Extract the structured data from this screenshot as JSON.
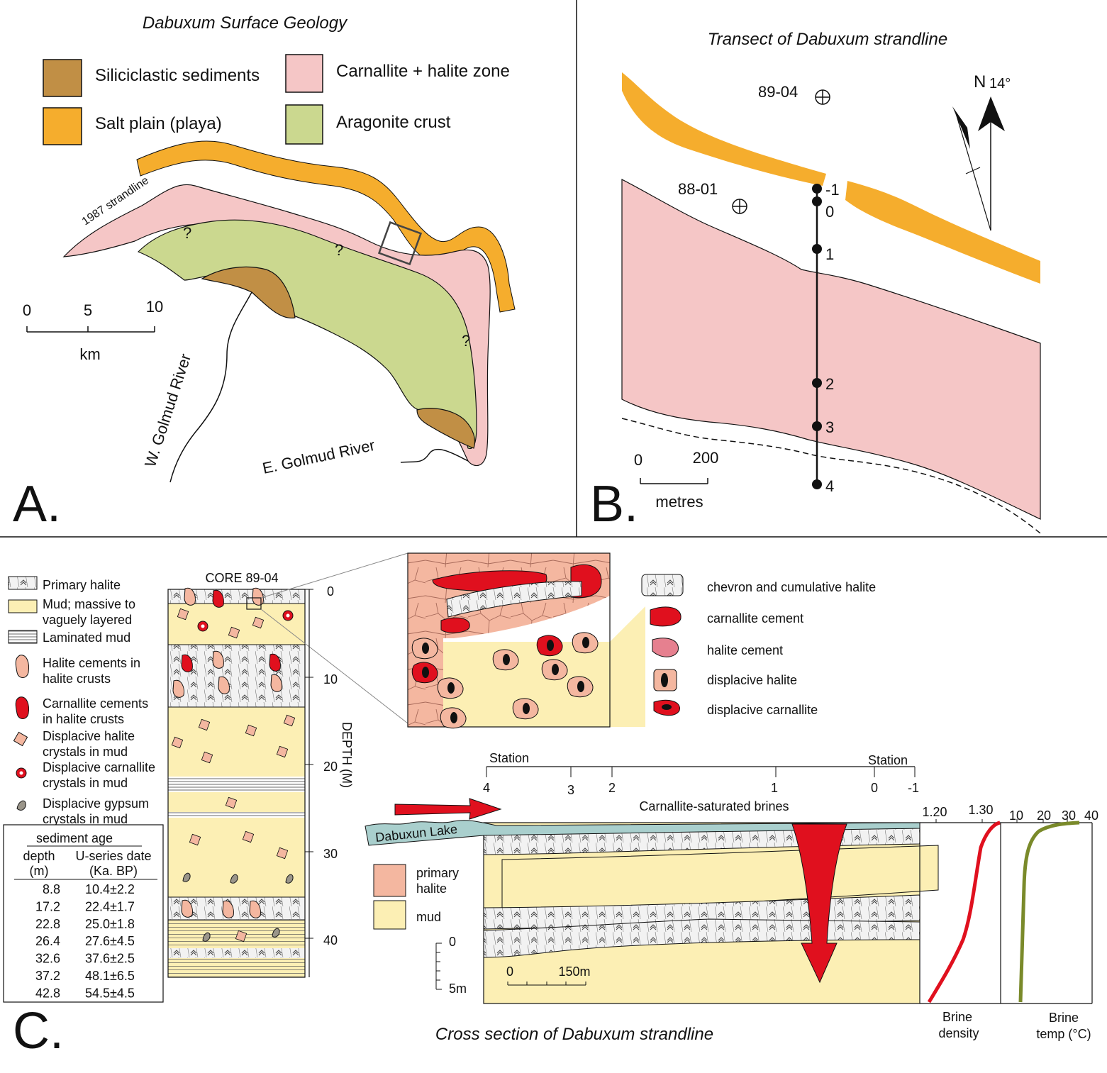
{
  "panel_a": {
    "label": "A.",
    "title": "Dabuxum Surface Geology",
    "legend": [
      {
        "label": "Siliciclastic sediments",
        "color": "#c18f45"
      },
      {
        "label": "Carnallite + halite zone",
        "color": "#f5c6c6"
      },
      {
        "label": "Salt plain (playa)",
        "color": "#f5ad2d"
      },
      {
        "label": "Aragonite crust",
        "color": "#cbd88f"
      }
    ],
    "strandline_label": "1987 strandline",
    "question_mark": "?",
    "scale": {
      "ticks": [
        "0",
        "5",
        "10"
      ],
      "unit": "km"
    },
    "rivers": [
      "W. Golmud River",
      "E. Golmud River"
    ]
  },
  "panel_b": {
    "label": "B.",
    "title": "Transect of Dabuxum strandline",
    "wells": [
      "89-04",
      "88-01"
    ],
    "stations": [
      "-1",
      "0",
      "1",
      "2",
      "3",
      "4"
    ],
    "north": "N",
    "north_angle": "14°",
    "scale": {
      "ticks": [
        "0",
        "200"
      ],
      "unit": "metres"
    }
  },
  "panel_c": {
    "label": "C.",
    "title": "Cross section of Dabuxum strandline",
    "legend": [
      "Primary halite",
      "Mud; massive to",
      "vaguely layered",
      "Laminated mud",
      "Halite cements in",
      "halite crusts",
      "Carnallite cements",
      "in halite crusts",
      "Displacive halite",
      "crystals in mud",
      "Displacive carnallite",
      "crystals in mud",
      "Displacive gypsum",
      "crystals in mud"
    ],
    "age_table": {
      "title": "sediment age",
      "headers": [
        "depth",
        "U-series date",
        "(m)",
        "(Ka. BP)"
      ],
      "rows": [
        [
          "8.8",
          "10.4±2.2"
        ],
        [
          "17.2",
          "22.4±1.7"
        ],
        [
          "22.8",
          "25.0±1.8"
        ],
        [
          "26.4",
          "27.6±4.5"
        ],
        [
          "32.6",
          "37.6±2.5"
        ],
        [
          "37.2",
          "48.1±6.5"
        ],
        [
          "42.8",
          "54.5±4.5"
        ]
      ]
    },
    "core": {
      "title": "CORE 89-04",
      "depth_ticks": [
        "0",
        "10",
        "20",
        "30",
        "40"
      ],
      "depth_label": "DEPTH (M)"
    },
    "inset_legend": [
      {
        "label": "chevron and cumulative halite",
        "color": "#eeeeee"
      },
      {
        "label": "carnallite cement",
        "color": "#e0101e"
      },
      {
        "label": "halite cement",
        "color": "#e6808f"
      },
      {
        "label": "displacive halite",
        "color": "#f4b7a0"
      },
      {
        "label": "displacive carnallite",
        "color": "#e0101e"
      }
    ],
    "section": {
      "station_label_left": "Station",
      "station_label_right": "Station",
      "stations": [
        "4",
        "3",
        "2",
        "1",
        "0",
        "-1"
      ],
      "brine_label": "Carnallite-saturated brines",
      "lake_label": "Dabuxun Lake",
      "legend": [
        {
          "label_1": "primary",
          "label_2": "halite",
          "color": "#f4b7a0"
        },
        {
          "label_1": "mud",
          "label_2": "",
          "color": "#fcefb4"
        }
      ],
      "vertical_scale": [
        "0",
        "5m"
      ],
      "horizontal_scale": [
        "0",
        "150m"
      ]
    },
    "density_plot": {
      "ticks": [
        "1.20",
        "1.30"
      ],
      "label_1": "Brine",
      "label_2": "density",
      "color": "#e0101e"
    },
    "temp_plot": {
      "ticks": [
        "10",
        "20",
        "30",
        "40"
      ],
      "label_1": "Brine",
      "label_2": "temp (°C)",
      "color": "#7a8a2a"
    }
  }
}
